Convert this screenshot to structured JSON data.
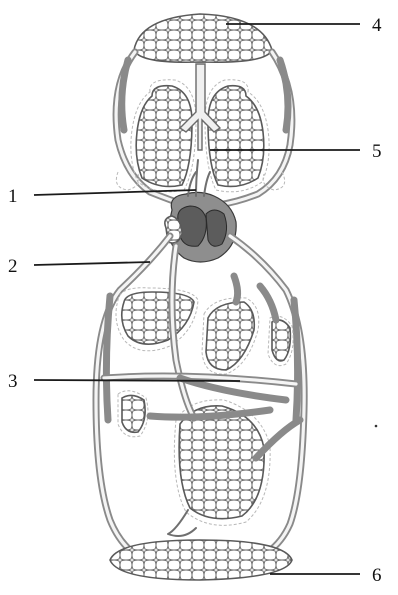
{
  "labels": {
    "l1": "1",
    "l2": "2",
    "l3": "3",
    "l4": "4",
    "l5": "5",
    "l6": "6"
  },
  "colors": {
    "line": "#1a1a1a",
    "vessel": "#8a8a8a",
    "background": "#ffffff"
  }
}
